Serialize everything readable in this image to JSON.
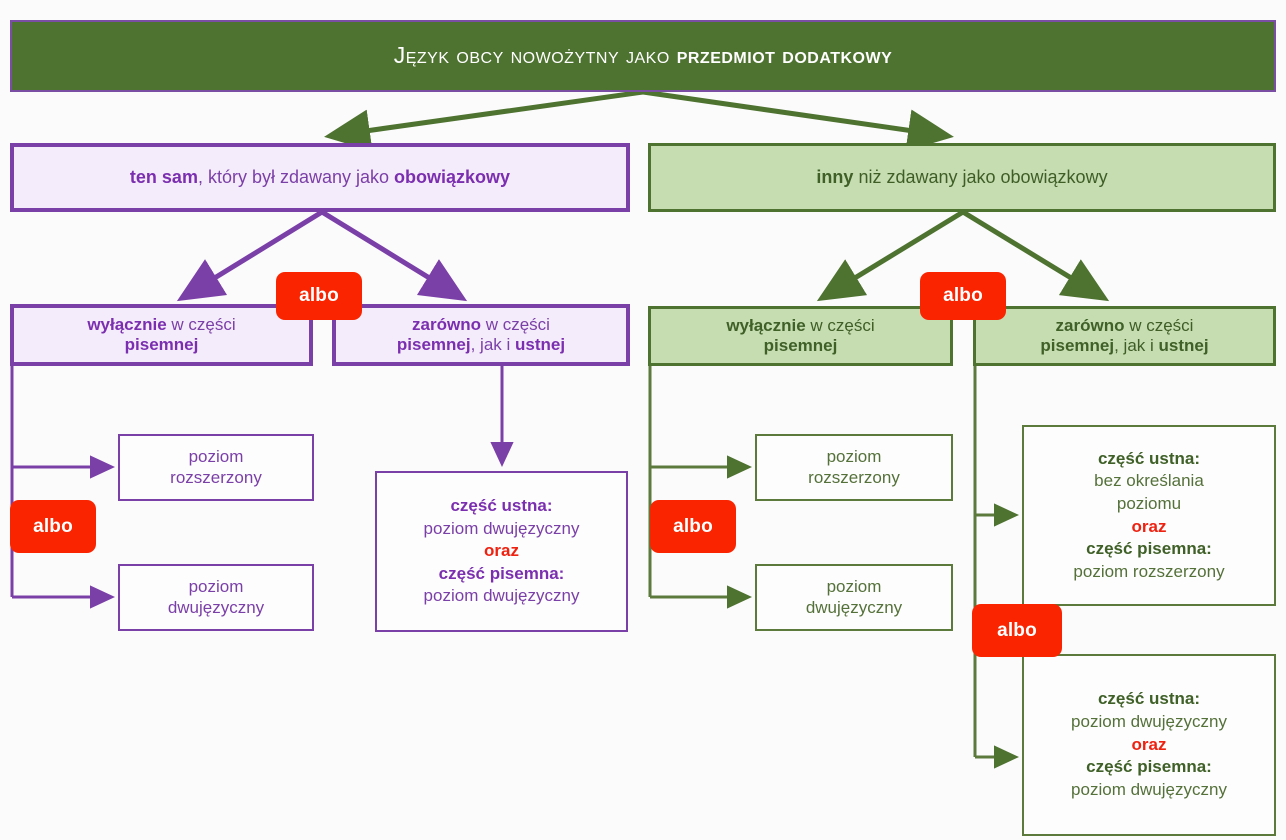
{
  "header": {
    "title_plain": "Język obcy nowożytny jako ",
    "title_bold": "przedmiot dodatkowy",
    "title_full": "JĘZYK OBCY NOWOŻYTNY JAKO PRZEDMIOT DODATKOWY"
  },
  "colors": {
    "header_bg": "#4e7230",
    "purple_border": "#7b3fa8",
    "purple_fill": "#f4ecfa",
    "green_border": "#4e7230",
    "green_fill": "#c6ddb2",
    "chip_red": "#fa2400",
    "oraz_red": "#ee2211",
    "page_bg": "#fbfbfb"
  },
  "left_branch": {
    "root": {
      "bold": "ten sam",
      "rest": ", który był zdawany jako ",
      "bold2": "obowiązkowy"
    },
    "option_a": {
      "bold": "wyłącznie",
      "rest": " w części ",
      "bold2": "pisemnej"
    },
    "option_b": {
      "bold": "zarówno",
      "rest": " w części ",
      "bold2": "pisemnej",
      "rest2": ", jak i ",
      "bold3": "ustnej"
    },
    "levels": [
      {
        "line1": "poziom",
        "line2": "rozszerzony"
      },
      {
        "line1": "poziom",
        "line2": "dwujęzyczny"
      }
    ],
    "combo": {
      "label1": "część ustna:",
      "value1": "poziom dwujęzyczny",
      "conj": "oraz",
      "label2": "część pisemna:",
      "value2": "poziom dwujęzyczny"
    }
  },
  "right_branch": {
    "root": {
      "bold": "inny",
      "rest": " niż zdawany jako obowiązkowy"
    },
    "option_a": {
      "bold": "wyłącznie",
      "rest": " w części ",
      "bold2": "pisemnej"
    },
    "option_b": {
      "bold": "zarówno",
      "rest": " w części ",
      "bold2": "pisemnej",
      "rest2": ", jak i ",
      "bold3": "ustnej"
    },
    "levels": [
      {
        "line1": "poziom",
        "line2": "rozszerzony"
      },
      {
        "line1": "poziom",
        "line2": "dwujęzyczny"
      }
    ],
    "combo_top": {
      "label1": "część ustna:",
      "value1a": "bez określania",
      "value1b": "poziomu",
      "conj": "oraz",
      "label2": "część pisemna:",
      "value2": "poziom rozszerzony"
    },
    "combo_bottom": {
      "label1": "część ustna:",
      "value1": "poziom dwujęzyczny",
      "conj": "oraz",
      "label2": "część pisemna:",
      "value2": "poziom dwujęzyczny"
    }
  },
  "chips": {
    "left_top": "albo",
    "left_side": "albo",
    "right_top": "albo",
    "right_side": "albo",
    "right_lower": "albo"
  }
}
